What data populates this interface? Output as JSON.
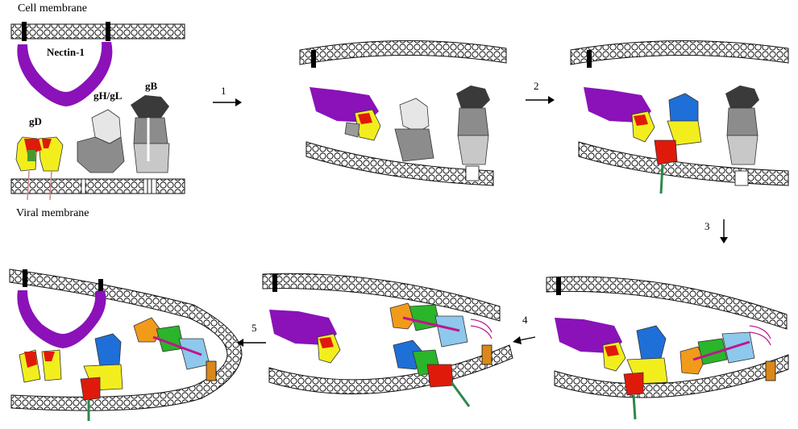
{
  "labels": {
    "cell_membrane": "Cell membrane",
    "nectin": "Nectin-1",
    "gd": "gD",
    "gh_gl": "gH/gL",
    "gb": "gB",
    "viral_membrane": "Viral  membrane"
  },
  "steps": [
    "1",
    "2",
    "3",
    "4",
    "5"
  ],
  "colors": {
    "nectin": "#8a12b8",
    "gd_yellow": "#f2ee1e",
    "gd_red": "#e01a0a",
    "gd_green": "#4a9a2a",
    "gh_light": "#e6e6e6",
    "gh_dark": "#8c8c8c",
    "gb_top": "#3a3a3a",
    "gb_mid": "#8c8c8c",
    "gb_low": "#c8c8c8",
    "gh_blue": "#1f6fd8",
    "gh_green": "#2ab52a",
    "gb_orange": "#f29a1a",
    "gb_lightblue": "#8ec8ec",
    "gb_magenta": "#c0148c",
    "tm_orange": "#d9881a"
  }
}
